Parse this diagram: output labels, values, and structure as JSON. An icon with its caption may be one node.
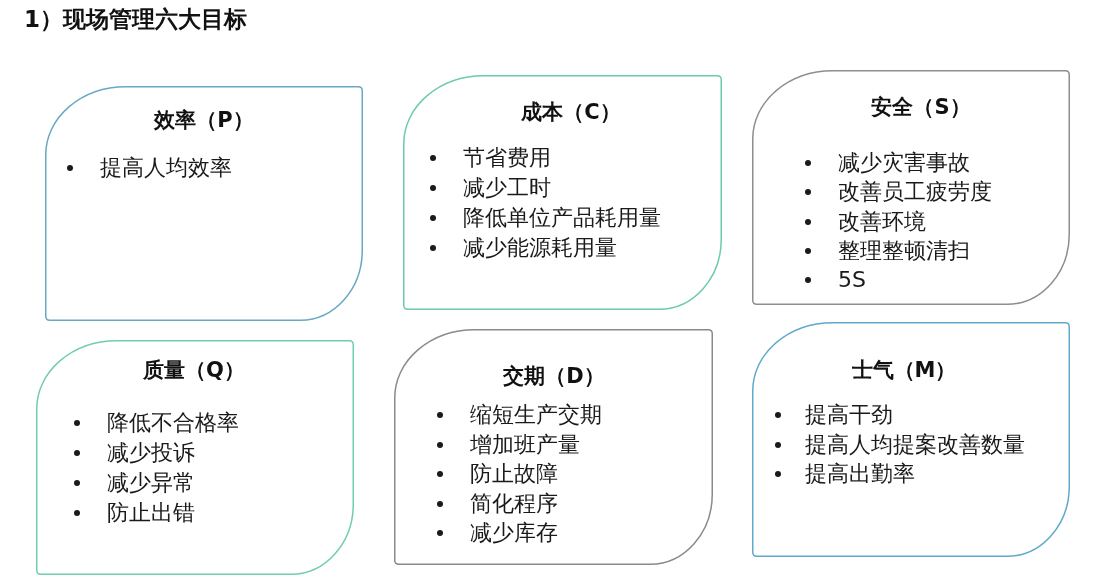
{
  "diagram": {
    "title": "1）现场管理六大目标",
    "nodes": [
      {
        "text": [
          "效率（P）",
          "提高人均效率"
        ]
      },
      {
        "text": [
          "成本（C）",
          "节省费用",
          "减少工时",
          "降低单位产品耗用量",
          "减少能源耗用量"
        ]
      },
      {
        "text": [
          "安全（S）",
          "减少灾害事故",
          "改善员工疲劳度",
          "改善环境",
          "整理整顿清扫",
          "5S"
        ]
      },
      {
        "text": [
          "质量（Q）",
          "降低不合格率",
          "减少投诉",
          "减少异常",
          "防止出错"
        ]
      },
      {
        "text": [
          "交期（D）",
          "缩短生产交期",
          "增加班产量",
          "防止故障",
          "简化程序",
          "减少库存"
        ]
      },
      {
        "text": [
          "士气（M）",
          "提高干劲",
          "提高人均提案改善数量",
          "提高出勤率"
        ]
      }
    ]
  }
}
